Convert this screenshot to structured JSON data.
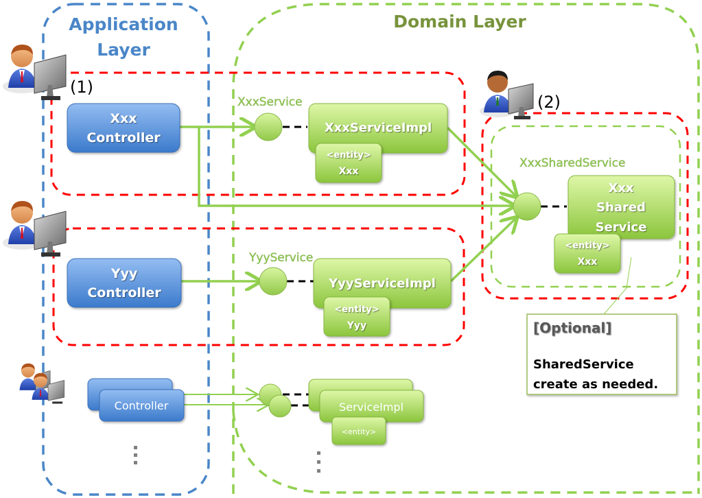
{
  "layers": {
    "application": {
      "title_line1": "Application",
      "title_line2": "Layer",
      "color": "#4a86c8"
    },
    "domain": {
      "title": "Domain Layer",
      "color": "#77933c"
    }
  },
  "markers": {
    "one": "(1)",
    "two": "(2)"
  },
  "controllers": {
    "xxx": {
      "line1": "Xxx",
      "line2": "Controller"
    },
    "yyy": {
      "line1": "Yyy",
      "line2": "Controller"
    },
    "generic": {
      "label": "Controller"
    }
  },
  "services": {
    "xxx": {
      "interface": "XxxService",
      "impl": "XxxServiceImpl",
      "entity_tag": "<entity>",
      "entity": "Xxx"
    },
    "yyy": {
      "interface": "YyyService",
      "impl": "YyyServiceImpl",
      "entity_tag": "<entity>",
      "entity": "Yyy"
    },
    "shared": {
      "interface": "XxxSharedService",
      "impl_line1": "Xxx",
      "impl_line2": "Shared",
      "impl_line3": "Service",
      "entity_tag": "<entity>",
      "entity": "Xxx"
    },
    "generic": {
      "impl": "ServiceImpl",
      "entity_tag": "<entity>"
    }
  },
  "note": {
    "title": "[Optional]",
    "line1": "SharedService",
    "line2": "create as needed."
  },
  "colors": {
    "controller_top": "#8db8f0",
    "controller_bottom": "#3f7fcf",
    "service_top": "#d8f5a0",
    "service_bottom": "#8cc63f",
    "arrow": "#92d050",
    "scope_dash": "#ff0000",
    "app_dash": "#4a86c8",
    "domain_dash": "#92d050"
  }
}
